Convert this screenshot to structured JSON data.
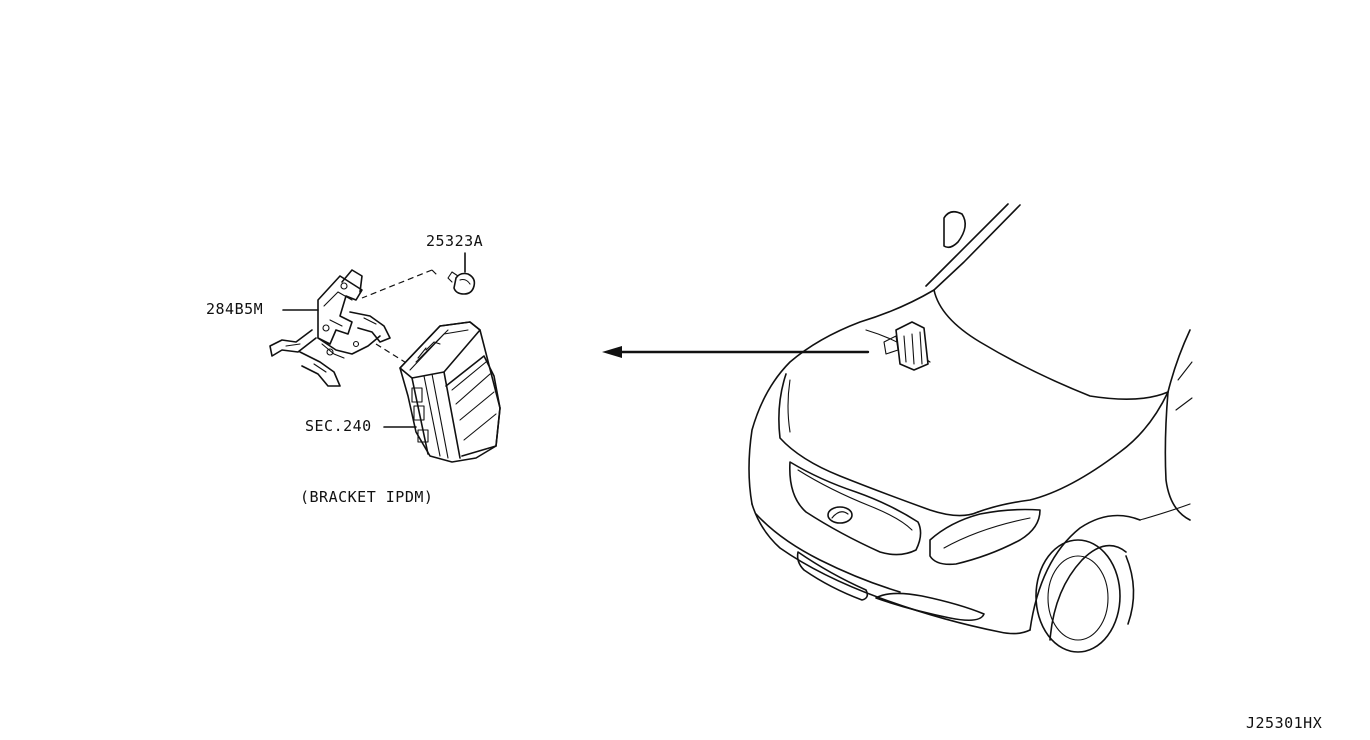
{
  "callouts": {
    "grommet": "25323A",
    "bracket": "284B5M",
    "ipdm": "SEC.240",
    "caption": "(BRACKET IPDM)"
  },
  "diagram_code": "J25301HX",
  "colors": {
    "ink": "#111111",
    "background": "#ffffff"
  }
}
